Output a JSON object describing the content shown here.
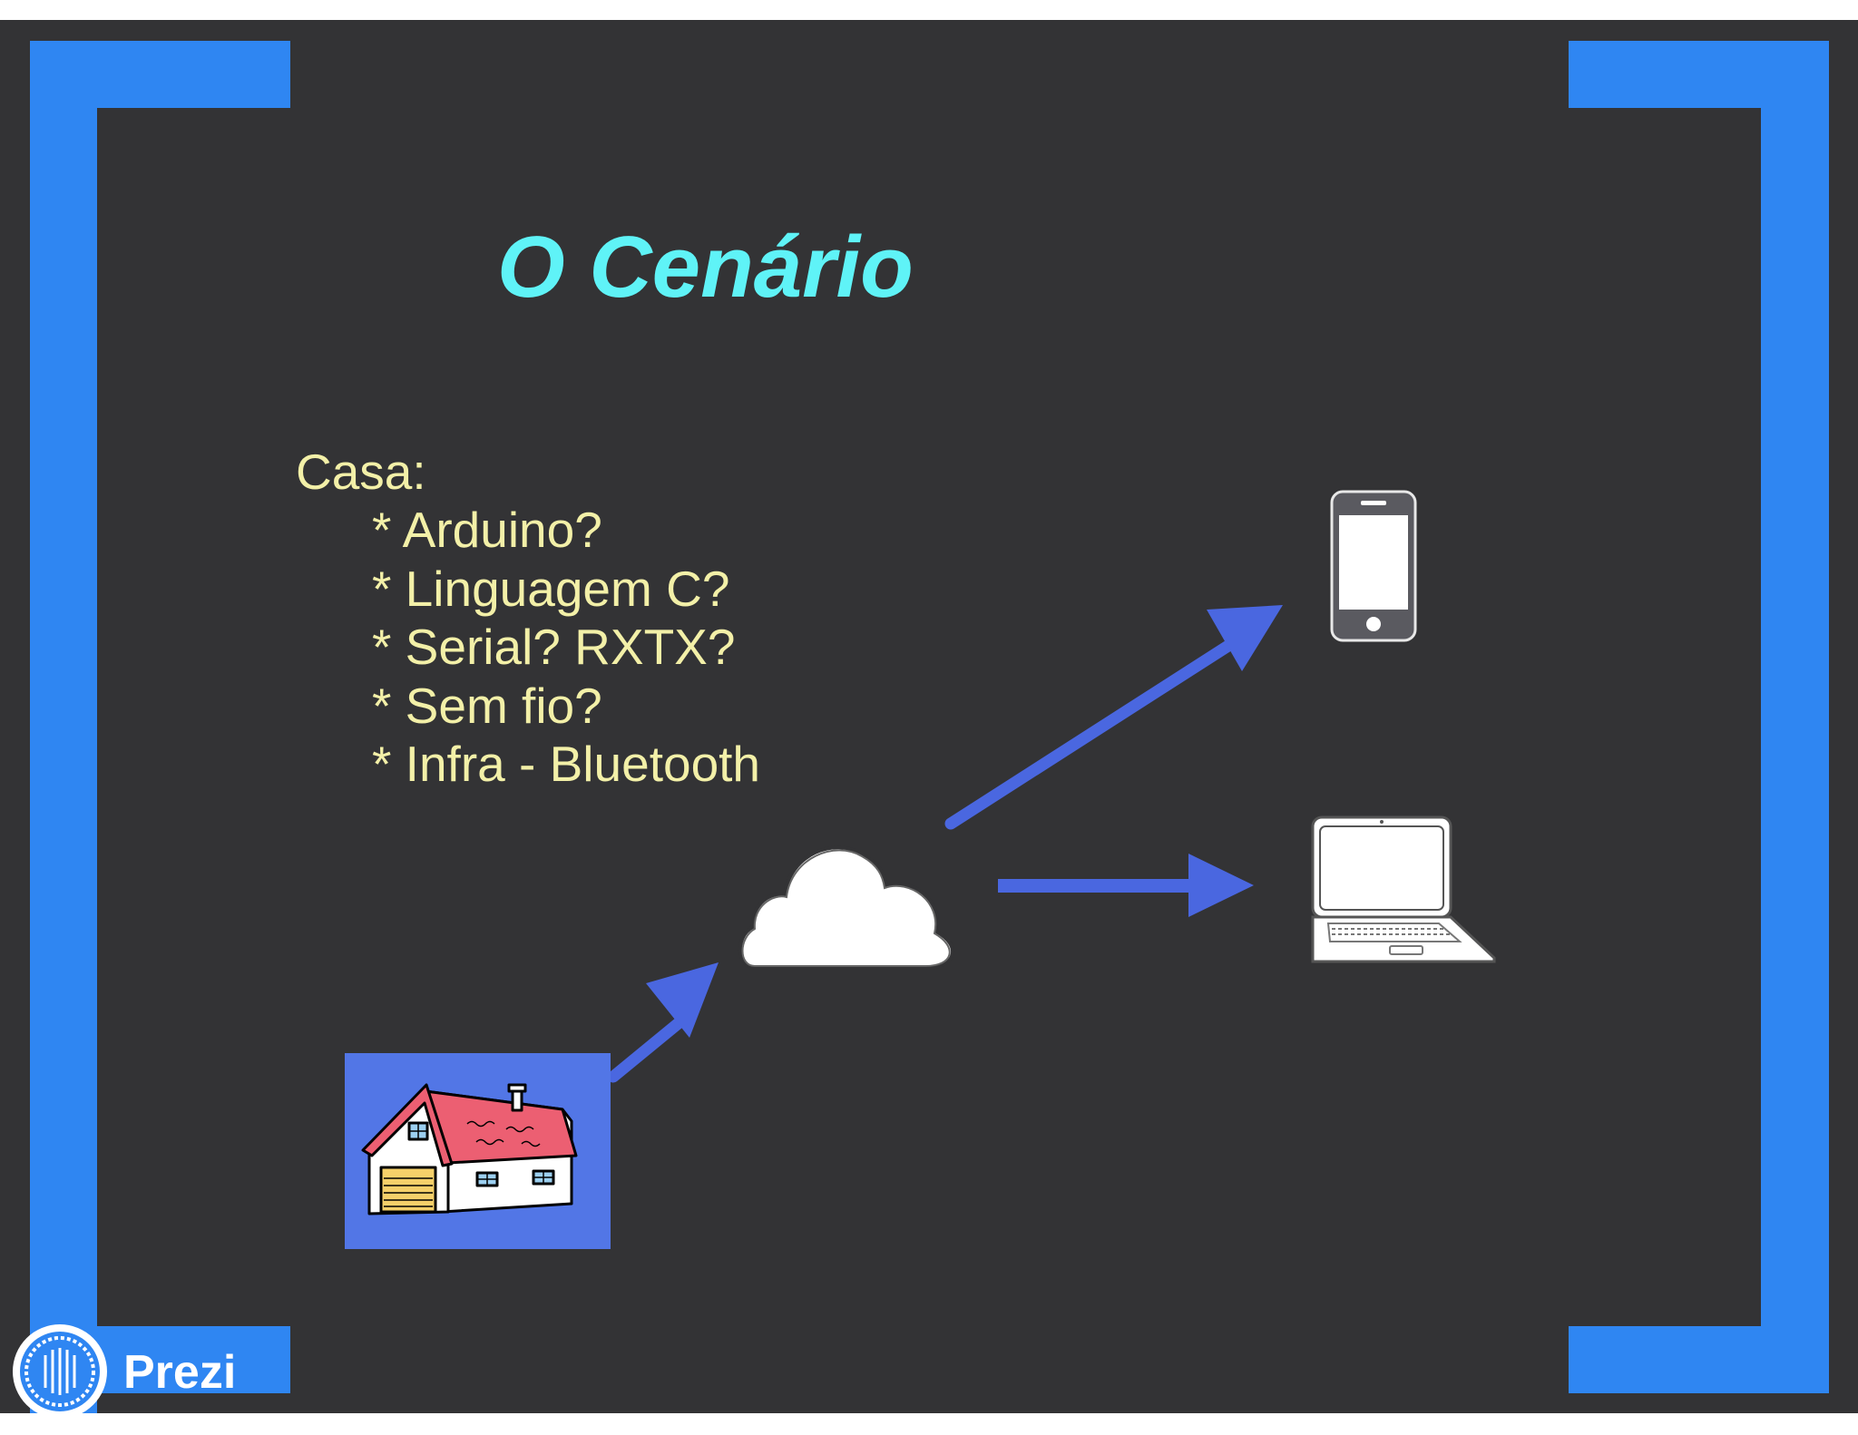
{
  "slide": {
    "title": "O Cenário",
    "list_heading": "Casa:",
    "list_items": [
      "* Arduino?",
      "* Linguagem C?",
      "* Serial? RXTX?",
      "* Sem fio?",
      "* Infra - Bluetooth"
    ]
  },
  "brand": {
    "name": "Prezi",
    "icon": "prezi-logo-icon"
  },
  "icons": [
    "house-icon",
    "cloud-icon",
    "smartphone-icon",
    "laptop-icon",
    "arrow-icon"
  ],
  "colors": {
    "background": "#333335",
    "frame": "#2f86f2",
    "title": "#5ff3f7",
    "text": "#f3f0a8",
    "arrows": "#4a67e0",
    "house_box": "#5276e6"
  }
}
